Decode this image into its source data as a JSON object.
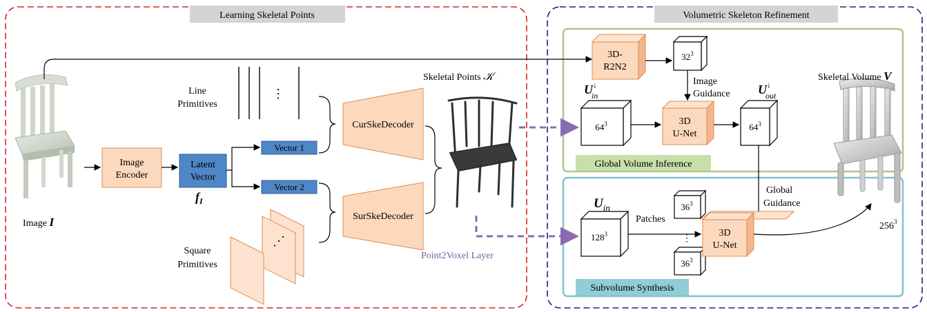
{
  "sections": {
    "left_title": "Learning Skeletal Points",
    "right_title": "Volumetric Skeleton Refinement",
    "global_title": "Global Volume Inference",
    "sub_title": "Subvolume Synthesis"
  },
  "inputs": {
    "image_label": "Image",
    "image_symbol": "I"
  },
  "encoder": {
    "line1": "Image",
    "line2": "Encoder"
  },
  "latent": {
    "line1": "Latent",
    "line2": "Vector",
    "symbol": "f",
    "symbol_sub": "I"
  },
  "vectors": {
    "v1": "Vector 1",
    "v2": "Vector 2"
  },
  "primitives": {
    "line_l1": "Line",
    "line_l2": "Primitives",
    "square_l1": "Square",
    "square_l2": "Primitives",
    "line_dots": "⋮",
    "square_dots": "⋰"
  },
  "decoders": {
    "cur": "CurSkeDecoder",
    "sur": "SurSkeDecoder"
  },
  "skeletal_points": {
    "label": "Skeletal Points",
    "symbol": "𝒦"
  },
  "point2voxel": "Point2Voxel Layer",
  "global": {
    "r2n2_l1": "3D-",
    "r2n2_l2": "R2N2",
    "cube32_base": "32",
    "cube32_exp": "3",
    "image_guidance_l1": "Image",
    "image_guidance_l2": "Guidance",
    "u_in_base": "U",
    "u_in_sup": "↓",
    "u_in_sub": "in",
    "u_out_base": "U",
    "u_out_sup": "↓",
    "u_out_sub": "out",
    "cube64a_base": "64",
    "cube64a_exp": "3",
    "unet_l1": "3D",
    "unet_l2": "U-Net",
    "cube64b_base": "64",
    "cube64b_exp": "3"
  },
  "sub": {
    "u_in_base": "U",
    "u_in_sub": "in",
    "cube128_base": "128",
    "cube128_exp": "3",
    "patches": "Patches",
    "cube36a_base": "36",
    "cube36a_exp": "3",
    "vdots": "⋮",
    "cube36b_base": "36",
    "cube36b_exp": "3",
    "global_guidance_l1": "Global",
    "global_guidance_l2": "Guidance",
    "unet_l1": "3D",
    "unet_l2": "U-Net"
  },
  "output": {
    "label": "Skeletal Volume",
    "symbol": "V",
    "res_base": "256",
    "res_exp": "3"
  },
  "colors": {
    "red_border": "#d62728",
    "navy_border": "#1f1f7a",
    "green_border": "#a9c88a",
    "cyan_border": "#7ec3d0",
    "orange_fill": "#fcd9bd",
    "orange_side": "#f3b68c",
    "blue_fill": "#4f86c6",
    "green_label": "#c7dfa8",
    "cyan_label": "#92ccd8",
    "gray_title": "#d4d4d4",
    "purple_dash": "#8a6bb0"
  }
}
